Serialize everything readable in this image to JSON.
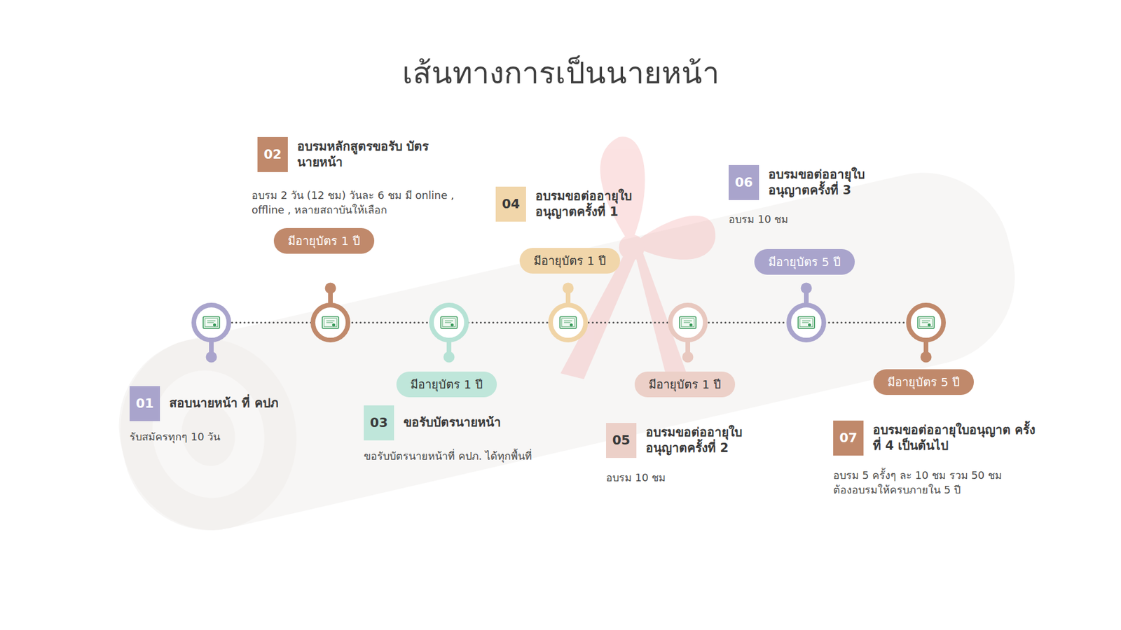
{
  "diagram": {
    "title": "เส้นทางการเป็นนายหน้า",
    "nodes": [
      {
        "text": [
          "01",
          "สอบนายหน้า ที่ คปภ",
          "รับสมัครทุกๆ 10 วัน"
        ]
      },
      {
        "text": [
          "02",
          "อบรมหลักสูตรขอรับ บัตรนายหน้า",
          "อบรม 2 วัน (12 ชม) วันละ 6 ชม มี online , offline , หลายสถาบันให้เลือก"
        ]
      },
      {
        "text": [
          "มีอายุบัตร 1 ปี"
        ]
      },
      {
        "text": [
          "03",
          "ขอรับบัตรนายหน้า",
          "ขอรับบัตรนายหน้าที่ คปภ. ได้ทุกพื้นที่"
        ]
      },
      {
        "text": [
          "มีอายุบัตร 1 ปี"
        ]
      },
      {
        "text": [
          "04",
          "อบรมขอต่ออายุใบ อนุญาตครั้งที่ 1"
        ]
      },
      {
        "text": [
          "มีอายุบัตร 1 ปี"
        ]
      },
      {
        "text": [
          "05",
          "อบรมขอต่ออายุใบ อนุญาตครั้งที่ 2",
          "อบรม 10 ชม"
        ]
      },
      {
        "text": [
          "มีอายุบัตร 1 ปี"
        ]
      },
      {
        "text": [
          "06",
          "อบรมขอต่ออายุใบ อนุญาตครั้งที่ 3",
          "อบรม 10 ชม"
        ]
      },
      {
        "text": [
          "มีอายุบัตร 5 ปี"
        ]
      },
      {
        "text": [
          "07",
          "อบรมขอต่ออายุใบอนุญาต ครั้งที่ 4 เป็นต้นไป",
          "อบรม 5 ครั้งๆ ละ 10 ชม รวม 50 ชม ต้องอบรมให้ครบภายใน 5 ปี"
        ]
      },
      {
        "text": [
          "มีอายุบัตร 5 ปี"
        ]
      }
    ]
  }
}
